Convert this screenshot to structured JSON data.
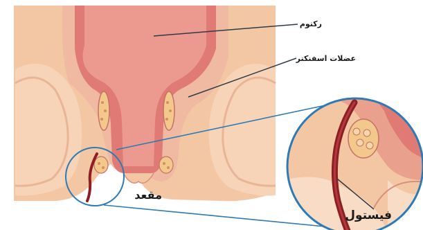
{
  "labels": {
    "rectum": "رکتوم",
    "sphincter_muscles": "عضلات اسفنکتر",
    "anus": "مقعد",
    "fistula": "فیستول"
  },
  "colors": {
    "background": "#ffffff",
    "tissue_outer": "#f4c7a4",
    "tissue_light": "#f9dcc6",
    "muscle_pink": "#e99a8c",
    "rectum_wall": "#e07a74",
    "rectum_inner": "#ec9a8f",
    "fat_yellow": "#f3c98b",
    "fistula_dark": "#8c1e24",
    "lens_border": "#2d7ab5",
    "leader_line": "#2f3a45"
  },
  "icons": {
    "magnifier": "magnifier-lens-icon"
  }
}
